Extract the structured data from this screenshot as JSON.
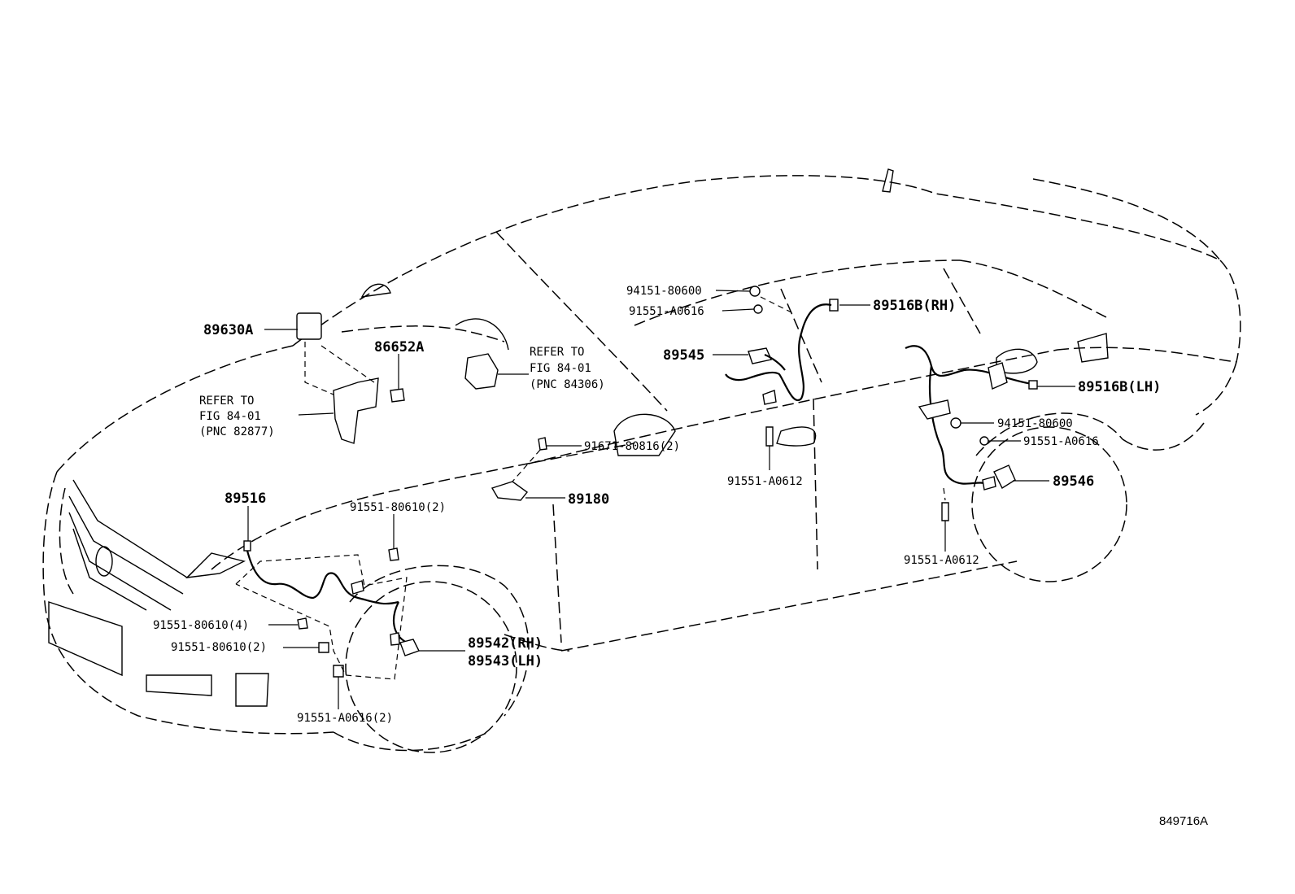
{
  "figure_id": "849716A",
  "labels": {
    "p89630A": "89630A",
    "p86652A": "86652A",
    "refer1_l1": "REFER TO",
    "refer1_l2": "FIG 84-01",
    "refer1_l3": "(PNC 84306)",
    "refer2_l1": "REFER TO",
    "refer2_l2": "FIG 84-01",
    "refer2_l3": "(PNC 82877)",
    "p94151_top": "94151-80600",
    "p91551_a0616_top": "91551-A0616",
    "p89516B_RH": "89516B(RH)",
    "p89545": "89545",
    "p89516B_LH": "89516B(LH)",
    "p94151_right": "94151-80600",
    "p91551_a0616_right": "91551-A0616",
    "p89546": "89546",
    "p91671": "91671-80816(2)",
    "p91551_a0612_mid": "91551-A0612",
    "p89180": "89180",
    "p91551_a0612_right": "91551-A0612",
    "p89516": "89516",
    "p91551_80610_2_top": "91551-80610(2)",
    "p91551_80610_4": "91551-80610(4)",
    "p91551_80610_2_low": "91551-80610(2)",
    "p89542": "89542(RH)",
    "p89543": "89543(LH)",
    "p91551_a0616_2": "91551-A0616(2)"
  }
}
